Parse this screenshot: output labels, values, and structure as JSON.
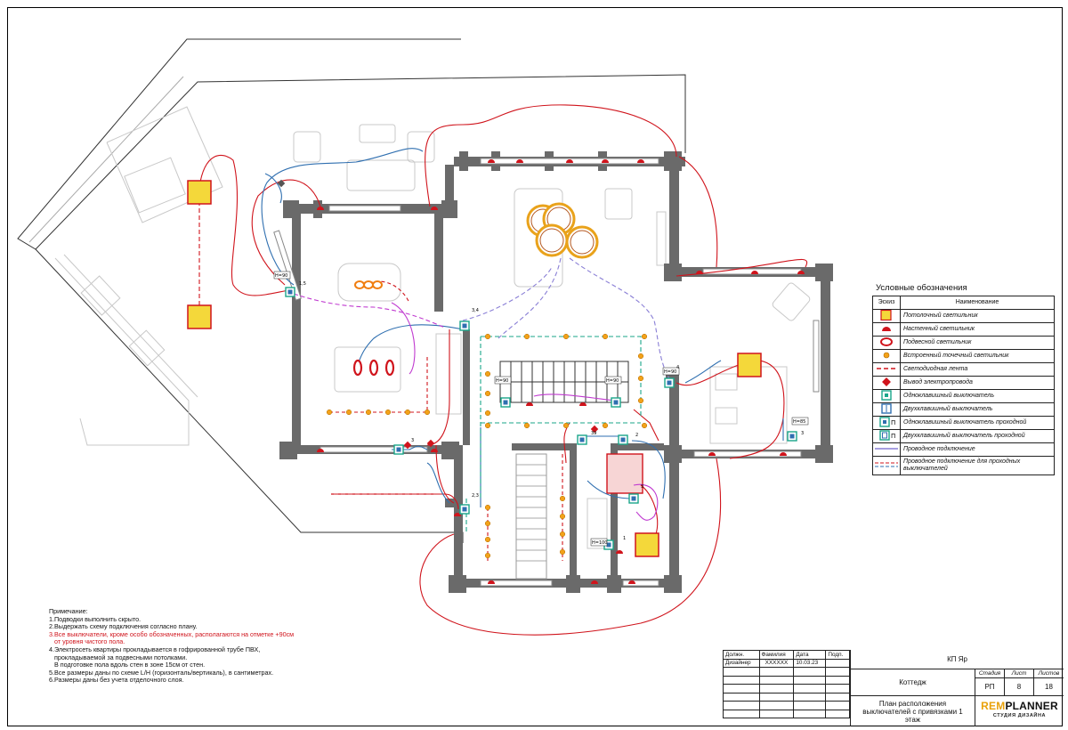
{
  "legend": {
    "title": "Условные обозначения",
    "col_symbol": "Эскиз",
    "col_name": "Наименование",
    "items": [
      {
        "icon": "ceiling-light-icon",
        "name": "Потолочный светильник"
      },
      {
        "icon": "wall-light-icon",
        "name": "Настенный светильник"
      },
      {
        "icon": "pendant-light-icon",
        "name": "Подвесной светильник"
      },
      {
        "icon": "spot-light-icon",
        "name": "Встроенный точечный светильник"
      },
      {
        "icon": "led-strip-icon",
        "name": "Светодиодная лента"
      },
      {
        "icon": "wire-outlet-icon",
        "name": "Вывод электропровода"
      },
      {
        "icon": "single-switch-icon",
        "name": "Одноклавишный выключатель"
      },
      {
        "icon": "double-switch-icon",
        "name": "Двухклавишный выключатель"
      },
      {
        "icon": "single-pass-switch-icon",
        "name": "Одноклавишный выключатель проходной"
      },
      {
        "icon": "double-pass-switch-icon",
        "name": "Двухклавишный выключатель проходной"
      },
      {
        "icon": "wiring-line-icon",
        "name": "Проводное подключение"
      },
      {
        "icon": "pass-wiring-line-icon",
        "name": "Проводное подключение для проходных выключателей"
      }
    ]
  },
  "notes": {
    "title": "Примечание:",
    "lines": [
      {
        "text": "1.Подводки выполнить скрыто.",
        "red": false
      },
      {
        "text": "2.Выдержать схему подключения согласно плану.",
        "red": false
      },
      {
        "text": "3.Все выключатели, кроме особо обозначенных, располагаются на отметке +90см",
        "red": true
      },
      {
        "text": "от уровня чистого пола.",
        "red": true
      },
      {
        "text": "4.Электросеть квартиры прокладывается в гофрированной трубе ПВХ,",
        "red": false
      },
      {
        "text": "прокладываемой за подвесными потолками.",
        "red": false
      },
      {
        "text": "В подготовке пола вдоль стен в зоне 15см от стен.",
        "red": false
      },
      {
        "text": "5.Все размеры даны по схеме L/H (горизонталь/вертикаль), в сантиметрах.",
        "red": false
      },
      {
        "text": "6.Размеры даны без учета отделочного слоя.",
        "red": false
      }
    ]
  },
  "title_block": {
    "h_role": "Должн.",
    "h_name": "Фамилия",
    "h_date": "Дата",
    "h_sign": "Подп.",
    "role": "Дизайнер",
    "name": "XXXXXX",
    "date": "10.03.23",
    "project": "КП Яр",
    "object": "Коттедж",
    "h_stage": "Стадия",
    "h_sheet": "Лист",
    "h_sheets": "Листов",
    "stage": "РП",
    "sheet": "8",
    "sheets": "18",
    "drawing_title": "План расположения выключателей с привязками 1 этаж",
    "logo_rem": "REM",
    "logo_planner": "PLANNER",
    "logo_sub": "СТУДИЯ ДИЗАЙНА"
  },
  "plan": {
    "height_marks": [
      "H=90",
      "H=90",
      "H=90",
      "H=90",
      "H=85",
      "H=100"
    ],
    "switch_tags": [
      "1,5",
      "3,4",
      "2,3",
      "4",
      "3",
      "2",
      "39",
      "3",
      "3",
      "1"
    ],
    "colors": {
      "wall": "#555555",
      "red": "#d0141c",
      "blue": "#2f6fb0",
      "magenta": "#c03ad0",
      "teal": "#1aa68a",
      "lavender": "#8a7fd6",
      "ceiling_fill": "#f4d83a",
      "ceiling_border": "#d0141c",
      "spot": "#f3a21a",
      "furniture": "#c8c8c8"
    }
  }
}
